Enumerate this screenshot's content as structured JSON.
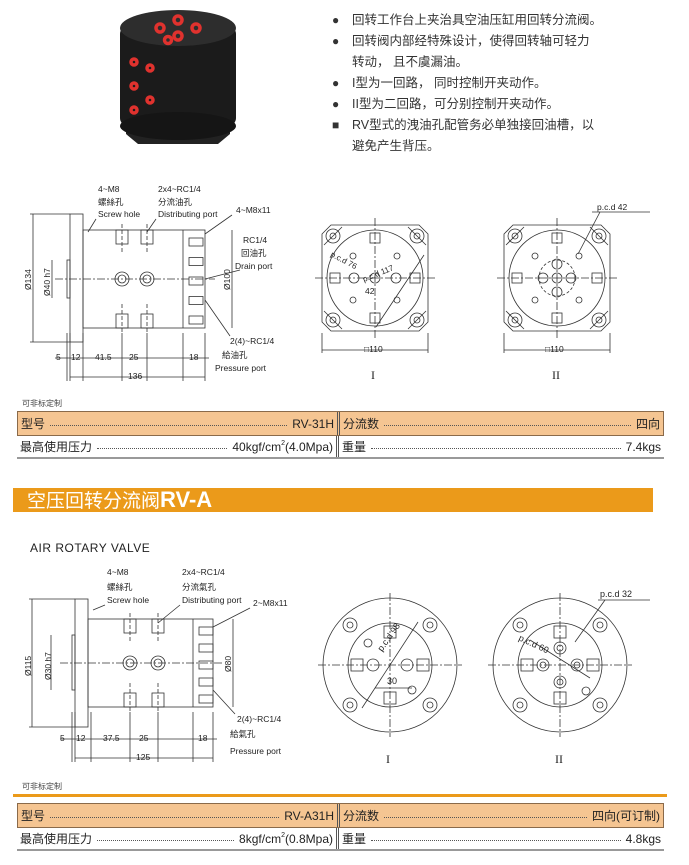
{
  "intro": {
    "bullets": [
      {
        "icon": "bullet-dot",
        "lines": [
          "回转工作台上夹治具空油压缸用回转分流阀。"
        ]
      },
      {
        "icon": "bullet-dot",
        "lines": [
          "回转阀内部经特殊设计，使得回转轴可轻力",
          "转动， 且不虞漏油。"
        ]
      },
      {
        "icon": "bullet-dot",
        "lines": [
          "I型为一回路， 同时控制开夹动作。"
        ]
      },
      {
        "icon": "bullet-dot",
        "lines": [
          "II型为二回路，可分别控制开夹动作。"
        ]
      },
      {
        "icon": "bullet-square",
        "lines": [
          "RV型式的洩油孔配管务必单独接回油槽，以",
          "避免产生背压。"
        ]
      }
    ]
  },
  "rv_h": {
    "drawing": {
      "screw_hole": [
        "4~M8",
        "螺絲孔",
        "Screw hole"
      ],
      "distributing": [
        "2x4~RC1/4",
        "分流油孔",
        "Distributing port"
      ],
      "m8x11": "4~M8x11",
      "drain": [
        "RC1/4",
        "回油孔",
        "Drain port"
      ],
      "pressure": [
        "2(4)~RC1/4",
        "給油孔",
        "Pressure port"
      ],
      "dia_outer": "Ø134",
      "dia_hub": "Ø40 h7",
      "dia_body": "Ø100",
      "dims": [
        "5",
        "12",
        "41.5",
        "25",
        "18"
      ],
      "total": "136",
      "plate_size": "□110",
      "pcd_a": "p.c.d 76",
      "pcd_b": "p.c.d 117",
      "dim_42": "42",
      "pcd_ii": "p.c.d 42",
      "label_i": "I",
      "label_ii": "II"
    },
    "note": "可非标定制",
    "table": {
      "model_label": "型号",
      "model": "RV-31H",
      "flow_label": "分流数",
      "flow": "四向",
      "pressure_label": "最高使用压力",
      "pressure": "40kgf/cm",
      "pressure_sup": "2",
      "pressure_tail": "(4.0Mpa)",
      "weight_label": "重量",
      "weight": "7.4kgs"
    }
  },
  "rv_a": {
    "banner": {
      "title": "空压回转分流阀",
      "model": "RV-A"
    },
    "subtitle": "AIR ROTARY VALVE",
    "drawing": {
      "screw_hole": [
        "4~M8",
        "螺絲孔",
        "Screw hole"
      ],
      "distributing": [
        "2x4~RC1/4",
        "分流氣孔",
        "Distributing port"
      ],
      "m8x11": "2~M8x11",
      "pressure": [
        "2(4)~RC1/4",
        "給氣孔",
        "Pressure port"
      ],
      "dia_outer": "Ø115",
      "dia_hub": "Ø30 h7",
      "dia_body": "Ø80",
      "dims": [
        "5",
        "12",
        "37.5",
        "25",
        "18"
      ],
      "total": "125",
      "pcd_a": "p.c.d 98",
      "dim_30": "30",
      "pcd_ii_a": "p.c.d 60",
      "pcd_ii_b": "p.c.d 32",
      "label_i": "I",
      "label_ii": "II"
    },
    "note": "可非标定制",
    "table": {
      "model_label": "型号",
      "model": "RV-A31H",
      "flow_label": "分流数",
      "flow": "四向(可订制)",
      "pressure_label": "最高使用压力",
      "pressure": "8kgf/cm",
      "pressure_sup": "2",
      "pressure_tail": "(0.8Mpa)",
      "weight_label": "重量",
      "weight": "4.8kgs"
    }
  },
  "colors": {
    "accent": "#eb9a1a",
    "table_header": "#f5c592",
    "port_red": "#e0322e"
  }
}
